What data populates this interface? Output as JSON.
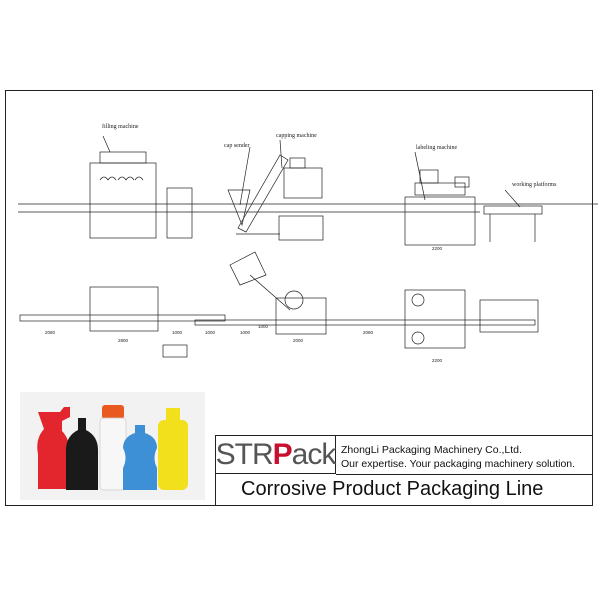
{
  "labels": {
    "filling_machine": "filling machine",
    "cap_sender": "cap sender",
    "capping_machine": "capping machine",
    "labeling_machine": "labeling machine",
    "working_platforms": "working platforms"
  },
  "dimensions": {
    "d1": "2080",
    "d2": "2800",
    "d3": "1000",
    "d4": "1000",
    "d5": "1000",
    "d6": "1000",
    "d7": "2000",
    "d8": "2080",
    "d9": "2200",
    "d10": "2200"
  },
  "title_block": {
    "logo": {
      "s": "STR",
      "p": "P",
      "rest": "ack"
    },
    "company": "ZhongLi Packaging Machinery Co.,Ltd.",
    "slogan": "Our expertise. Your packaging machinery solution.",
    "title": "Corrosive Product Packaging Line"
  },
  "colors": {
    "brand_red": "#c8102e",
    "bottle_red": "#e3262e",
    "bottle_blue": "#3d8fd6",
    "bottle_yellow": "#f2e01c",
    "bottle_black": "#1a1a1a"
  }
}
